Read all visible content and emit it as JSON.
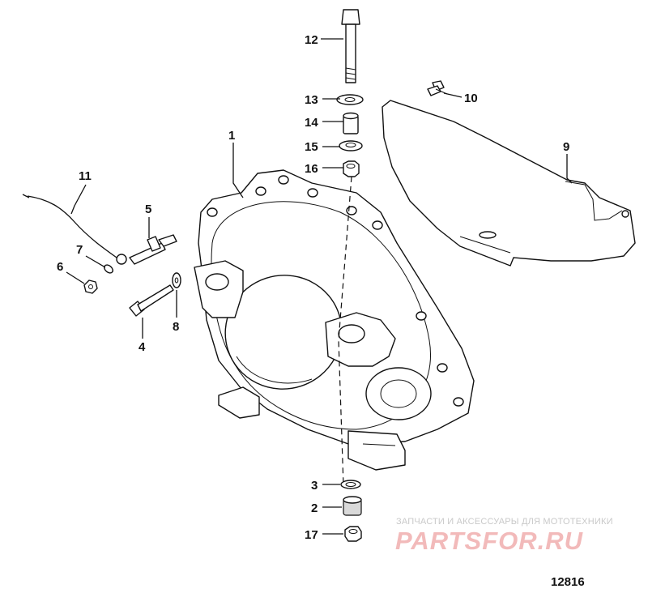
{
  "callouts": {
    "p1": "1",
    "p2": "2",
    "p3": "3",
    "p4": "4",
    "p5": "5",
    "p6": "6",
    "p7": "7",
    "p8": "8",
    "p9": "9",
    "p10": "10",
    "p11": "11",
    "p12": "12",
    "p13": "13",
    "p14": "14",
    "p15": "15",
    "p16": "16",
    "p17": "17"
  },
  "watermark": {
    "tagline": "ЗАПЧАСТИ И АКСЕССУАРЫ ДЛЯ МОТОТЕХНИКИ",
    "logo": "PARTSFOR.RU"
  },
  "drawing_number": "12816"
}
